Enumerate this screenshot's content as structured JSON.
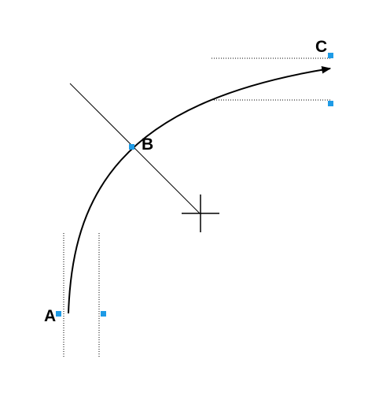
{
  "points": {
    "A": {
      "label": "A"
    },
    "B": {
      "label": "B"
    },
    "C": {
      "label": "C"
    }
  },
  "colors": {
    "curve": "#000000",
    "guide": "#000000",
    "handle": "#1e9be6",
    "crosshair": "#000000"
  },
  "icons": {
    "center_marker": "crosshair-icon",
    "curve_end": "arrowhead-icon"
  }
}
